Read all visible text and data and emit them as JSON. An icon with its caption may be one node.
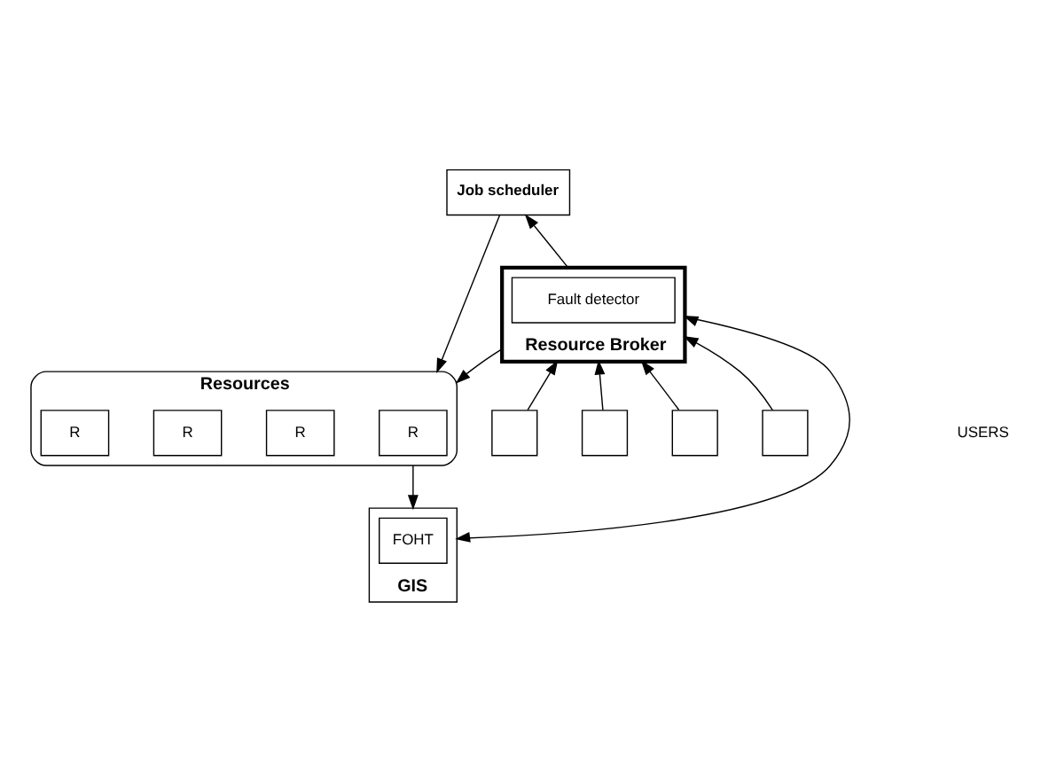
{
  "diagram": {
    "nodes": [
      {
        "text": [
          "Job scheduler"
        ]
      },
      {
        "text": [
          "Resource Broker"
        ]
      },
      {
        "text": [
          "Fault detector"
        ],
        "in": 1
      },
      {
        "text": [
          "Resources"
        ]
      },
      {
        "text": [
          "R"
        ],
        "in": 3
      },
      {
        "text": [
          "R"
        ],
        "in": 3
      },
      {
        "text": [
          "R"
        ],
        "in": 3
      },
      {
        "text": [
          "R"
        ],
        "in": 3
      },
      {
        "text": [
          "GIS"
        ]
      },
      {
        "text": [
          "FOHT"
        ],
        "in": 8
      },
      {
        "text": [],
        "shape": "box"
      },
      {
        "text": [],
        "shape": "box"
      },
      {
        "text": [],
        "shape": "box"
      },
      {
        "text": [],
        "shape": "box"
      }
    ],
    "edges": [
      {
        "from": 1,
        "to": 0,
        "arrow": "to"
      },
      {
        "from": 0,
        "to": 3,
        "arrow": "to"
      },
      {
        "from": 1,
        "to": 3,
        "arrow": "to"
      },
      {
        "from": 3,
        "to": 8,
        "arrow": "to"
      },
      {
        "from": 8,
        "to": 1,
        "arrow": "both"
      },
      {
        "from": 10,
        "to": 1,
        "arrow": "to"
      },
      {
        "from": 11,
        "to": 1,
        "arrow": "to"
      },
      {
        "from": 12,
        "to": 1,
        "arrow": "to"
      },
      {
        "from": 13,
        "to": 1,
        "arrow": "to"
      }
    ],
    "labels": [
      "USERS"
    ]
  }
}
